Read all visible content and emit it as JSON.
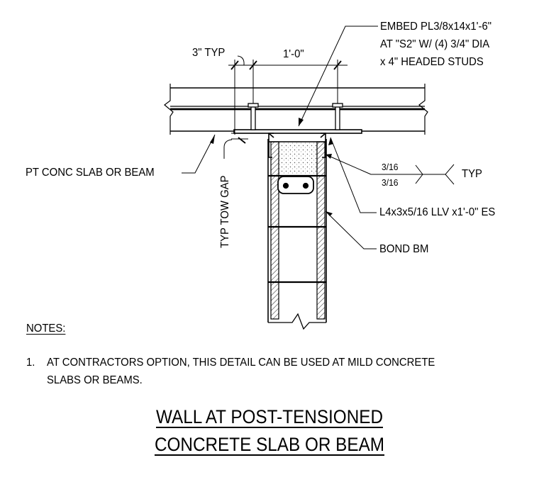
{
  "labels": {
    "dim_typ": "3\" TYP",
    "dim_spacing": "1'-0\"",
    "embed_line1": "EMBED PL3/8x14x1'-6\"",
    "embed_line2": "AT \"S2\" W/ (4) 3/4\" DIA",
    "embed_line3": "x 4\" HEADED STUDS",
    "pt_slab": "PT CONC SLAB OR BEAM",
    "tow_gap": "TYP TOW GAP",
    "weld_top": "3/16",
    "weld_bottom": "3/16",
    "weld_typ": "TYP",
    "angle": "L4x3x5/16 LLV x1'-0\" ES",
    "bond_beam": "BOND BM"
  },
  "notes": {
    "heading": "NOTES:",
    "items": [
      {
        "number": "1.",
        "line1": "AT CONTRACTORS OPTION, THIS DETAIL CAN BE USED AT MILD CONCRETE",
        "line2": "SLABS OR BEAMS."
      }
    ]
  },
  "title": {
    "line1": "WALL AT POST-TENSIONED",
    "line2": "CONCRETE SLAB OR BEAM"
  }
}
